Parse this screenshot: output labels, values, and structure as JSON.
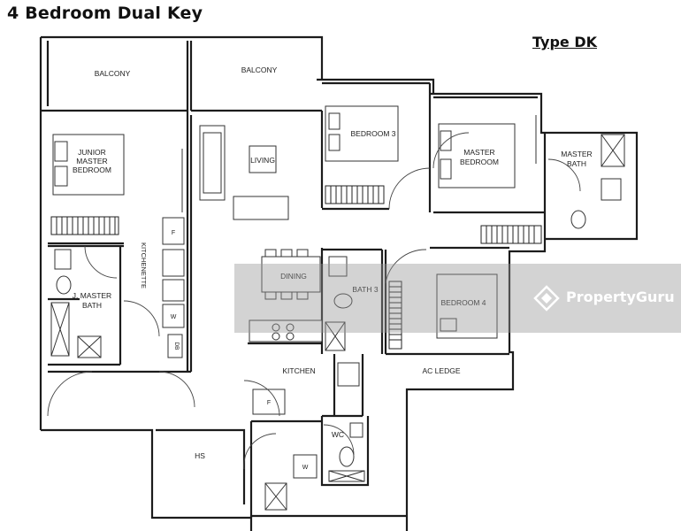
{
  "title": "4 Bedroom Dual Key",
  "type_label": "Type DK",
  "rooms": {
    "balcony_left": "BALCONY",
    "balcony_right": "BALCONY",
    "junior_master_1": "JUNIOR",
    "junior_master_2": "MASTER",
    "junior_master_3": "BEDROOM",
    "living": "LIVING",
    "bedroom3": "BEDROOM 3",
    "master_bedroom_1": "MASTER",
    "master_bedroom_2": "BEDROOM",
    "master_bath_1": "MASTER",
    "master_bath_2": "BATH",
    "kitchenette": "KITCHENETTE",
    "j_master_bath_1": "J. MASTER",
    "j_master_bath_2": "BATH",
    "dining": "DINING",
    "bath3": "BATH 3",
    "bedroom4": "BEDROOM 4",
    "db": "DB",
    "kitchen": "KITCHEN",
    "ac_ledge": "AC LEDGE",
    "hs": "HS",
    "wc": "WC",
    "fridge_1": "F",
    "washer_1": "W",
    "fridge_2": "F",
    "washer_2": "W"
  },
  "watermark": "PropertyGuru"
}
